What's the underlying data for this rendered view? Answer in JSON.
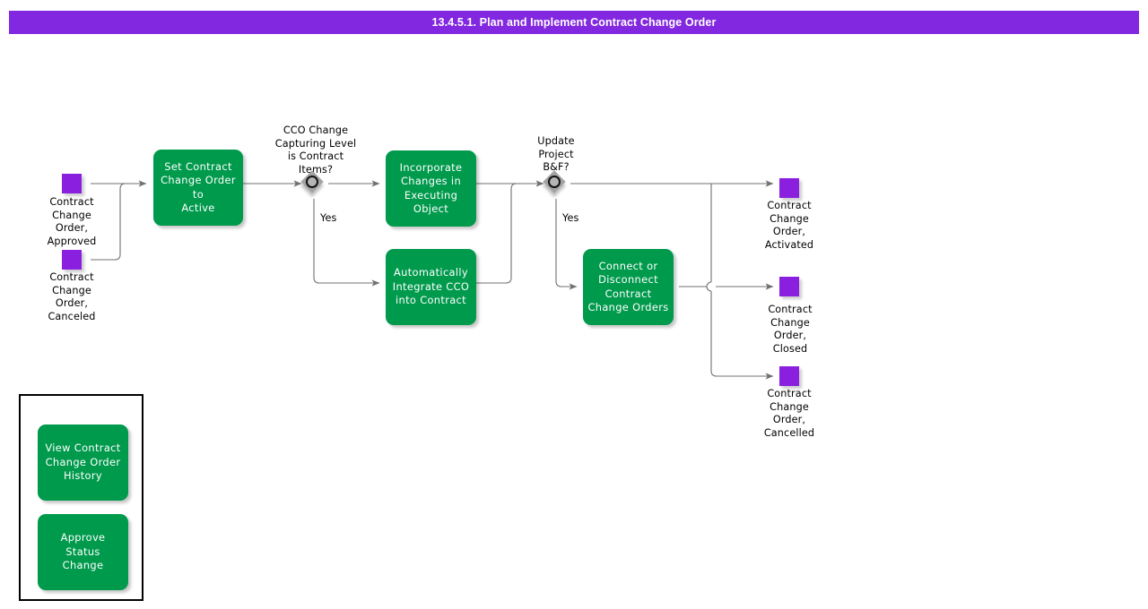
{
  "header": {
    "title": "13.4.5.1. Plan and Implement Contract Change Order",
    "bar_color": "#8228e0",
    "text_color": "#ffffff"
  },
  "palette": {
    "task_green": "#009a4c",
    "state_purple": "#8a1fe0",
    "gateway_gray": "#a3a3a3",
    "connector_gray": "#707070",
    "legend_border": "#000000",
    "canvas": "#ffffff"
  },
  "diagram": {
    "type": "bpmn-process-flow",
    "start_states": [
      {
        "id": "cco-approved",
        "label": "Contract\nChange\nOrder,\nApproved",
        "shape": "state-square",
        "color": "#8a1fe0"
      },
      {
        "id": "cco-canceled",
        "label": "Contract\nChange\nOrder,\nCanceled",
        "shape": "state-square",
        "color": "#8a1fe0"
      }
    ],
    "tasks": [
      {
        "id": "set-active",
        "label": "Set Contract\nChange Order to\nActive"
      },
      {
        "id": "incorporate-changes",
        "label": "Incorporate\nChanges in\nExecuting Object"
      },
      {
        "id": "auto-integrate",
        "label": "Automatically\nIntegrate CCO\ninto Contract"
      },
      {
        "id": "connect-disconnect",
        "label": "Connect or\nDisconnect\nContract\nChange Orders"
      }
    ],
    "gateways": [
      {
        "id": "gw-capturing-level",
        "label": "CCO Change\nCapturing Level\nis Contract\nItems?",
        "kind": "inclusive"
      },
      {
        "id": "gw-update-bf",
        "label": "Update\nProject\nB&F?",
        "kind": "inclusive"
      }
    ],
    "edge_labels": [
      {
        "id": "yes-1",
        "text": "Yes"
      },
      {
        "id": "yes-2",
        "text": "Yes"
      }
    ],
    "end_states": [
      {
        "id": "cco-activated",
        "label": "Contract\nChange\nOrder,\nActivated",
        "shape": "state-square",
        "color": "#8a1fe0"
      },
      {
        "id": "cco-closed",
        "label": "Contract\nChange\nOrder,\nClosed",
        "shape": "state-square",
        "color": "#8a1fe0"
      },
      {
        "id": "cco-cancelled",
        "label": "Contract\nChange\nOrder,\nCancelled",
        "shape": "state-square",
        "color": "#8a1fe0"
      }
    ]
  },
  "legend": {
    "items": [
      {
        "id": "view-history",
        "label": "View Contract\nChange Order\nHistory"
      },
      {
        "id": "approve-status-change",
        "label": "Approve Status\nChange"
      }
    ]
  }
}
